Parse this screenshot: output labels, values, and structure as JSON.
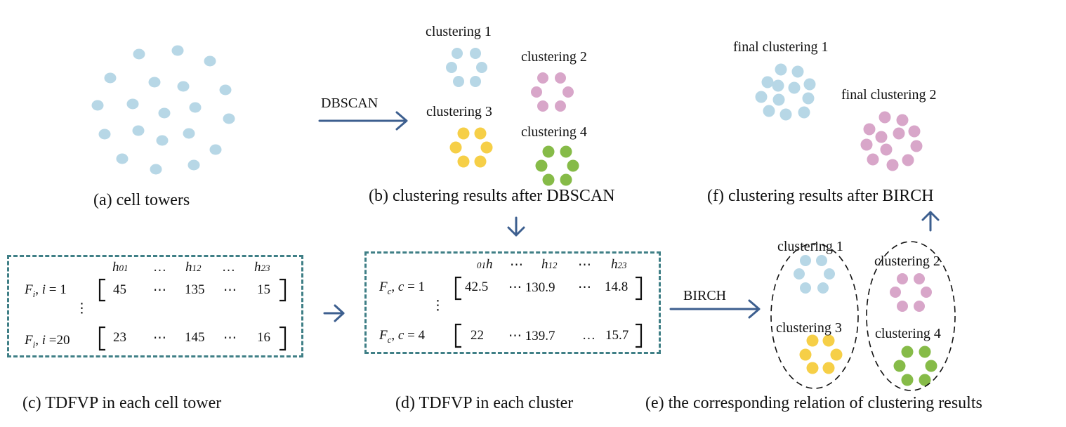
{
  "colors": {
    "blue_dot": "#b7d7e6",
    "pink_dot": "#d8a6c9",
    "yellow_dot": "#f6cf47",
    "green_dot": "#86bb48",
    "arrow": "#3d5f8f",
    "box_border": "#3f7f86"
  },
  "captions": {
    "a": "(a) cell towers",
    "b": "(b) clustering results after DBSCAN",
    "c": "(c) TDFVP in each cell tower",
    "d": "(d) TDFVP in each cluster",
    "e": "(e) the corresponding relation of clustering results",
    "f": "(f) clustering results after BIRCH"
  },
  "panel_b": {
    "arrow_label": "DBSCAN",
    "labels": [
      "clustering 1",
      "clustering 2",
      "clustering 3",
      "clustering 4"
    ]
  },
  "panel_f": {
    "labels": [
      "final clustering 1",
      "final clustering 2"
    ]
  },
  "panel_e": {
    "arrow_label": "BIRCH",
    "labels": [
      "clustering 1",
      "clustering 2",
      "clustering 3",
      "clustering 4"
    ]
  },
  "panel_c": {
    "headers": [
      "h",
      "01",
      "…",
      "h",
      "12",
      "…",
      "h",
      "23"
    ],
    "row1_label": {
      "F": "F",
      "sub": "i",
      "rest": ", ",
      "var": "i",
      "eq": " = 1"
    },
    "row2_label": {
      "F": "F",
      "sub": "i",
      "rest": ", ",
      "var": "i",
      "eq": " =20"
    },
    "vdots": "⋮",
    "row1": [
      "45",
      "⋯",
      "135",
      "⋯",
      "15"
    ],
    "row2": [
      "23",
      "⋯",
      "145",
      "⋯",
      "16"
    ]
  },
  "panel_d": {
    "headers": [
      "01",
      "h",
      "⋯",
      "h",
      "12",
      "⋯",
      "h",
      "23"
    ],
    "row1_label": {
      "F": "F",
      "sub": "c",
      "rest": ", ",
      "var": "c",
      "eq": " = 1"
    },
    "row2_label": {
      "F": "F",
      "sub": "c",
      "rest": ", ",
      "var": "c",
      "eq": " = 4"
    },
    "vdots": "⋮",
    "row1": [
      "42.5",
      "⋯ 130.9",
      "⋯",
      "14.8"
    ],
    "row2": [
      "22",
      "⋯ 139.7",
      "…",
      "15.7"
    ]
  }
}
